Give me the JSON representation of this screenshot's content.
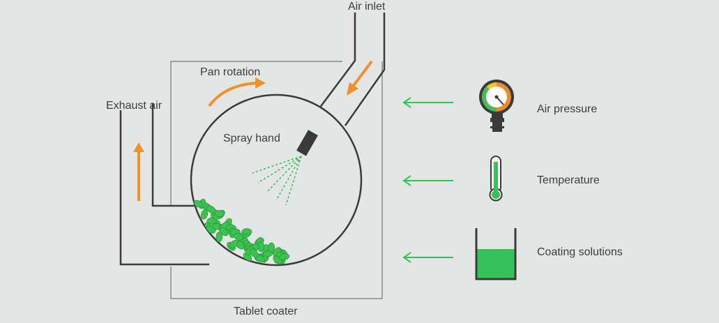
{
  "labels": {
    "air_inlet": "Air inlet",
    "pan_rotation": "Pan rotation",
    "exhaust_air": "Exhaust air",
    "spray_hand": "Spray hand",
    "tablet_coater": "Tablet coater"
  },
  "legend": [
    {
      "label": "Air pressure",
      "icon": "pressure-gauge-icon"
    },
    {
      "label": "Temperature",
      "icon": "thermometer-icon"
    },
    {
      "label": "Coating solutions",
      "icon": "beaker-icon"
    }
  ],
  "colors": {
    "background": "#e4e6e5",
    "outline": "#3a3a3a",
    "housing": "#9ea0a0",
    "flow_arrow": "#f0922b",
    "input_arrow": "#35c25a",
    "tablets": "#3bc24f",
    "gauge_orange": "#ee8a2a",
    "gauge_yellow": "#f3c623",
    "gauge_green": "#4cbb57"
  }
}
